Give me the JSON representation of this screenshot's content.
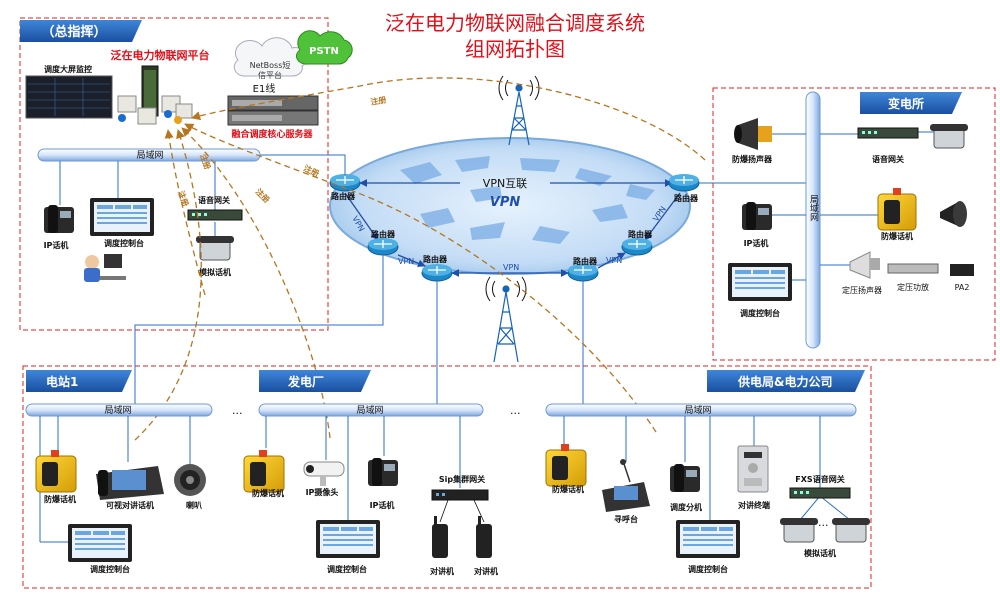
{
  "title": {
    "line1": "泛在电力物联网融合调度系统",
    "line2": "组网拓扑图"
  },
  "colors": {
    "title": "#e0101a",
    "panel_border": "#e02020",
    "lan_blue": "#2a6fc9",
    "header_bg": "#1f5fb8",
    "dash_brown": "#b5761f",
    "vpn_fill": "#bcd8f3",
    "router": "#1a88c9"
  },
  "command": {
    "header": "（总指挥）",
    "platform": "泛在电力物联网平台",
    "big_screen": "调度大屏监控",
    "netboss": "NetBoss短",
    "netboss2": "信平台",
    "e1": "E1线",
    "pstn": "PSTN",
    "core_server": "融合调度核心服务器",
    "lan": "局域网",
    "ip_phone": "IP话机",
    "console": "调度控制台",
    "voice_gateway": "语音网关",
    "analog_phone": "模拟话机"
  },
  "register_labels": [
    "注册",
    "注册",
    "注册",
    "注册",
    "注册"
  ],
  "vpn": {
    "center": "VPN",
    "interconnect": "VPN互联",
    "router": "路由器",
    "link": "VPN"
  },
  "substation": {
    "header": "变电所",
    "lan": "局域网",
    "speaker": "防爆扬声器",
    "voice_gateway": "语音网关",
    "ip_phone": "IP话机",
    "ex_phone": "防爆话机",
    "console": "调度控制台",
    "const_speaker": "定压扬声器",
    "amp": "定压功放",
    "pa2": "PA2"
  },
  "station1": {
    "header": "电站1",
    "lan": "局域网",
    "ex_phone": "防爆话机",
    "video_phone": "可视对讲话机",
    "horn": "喇叭",
    "console": "调度控制台"
  },
  "plant": {
    "header": "发电厂",
    "lan": "局域网",
    "ex_phone": "防爆话机",
    "camera": "IP摄像头",
    "ip_phone": "IP话机",
    "sip_gateway": "Sip集群网关",
    "console": "调度控制台",
    "walkie": "对讲机"
  },
  "supply": {
    "header": "供电局&电力公司",
    "lan": "局域网",
    "ex_phone": "防爆话机",
    "paging": "寻呼台",
    "extension": "调度分机",
    "intercom": "对讲终端",
    "fxs": "FXS语音网关",
    "console": "调度控制台",
    "analog": "模拟话机"
  },
  "ellipsis": "..."
}
